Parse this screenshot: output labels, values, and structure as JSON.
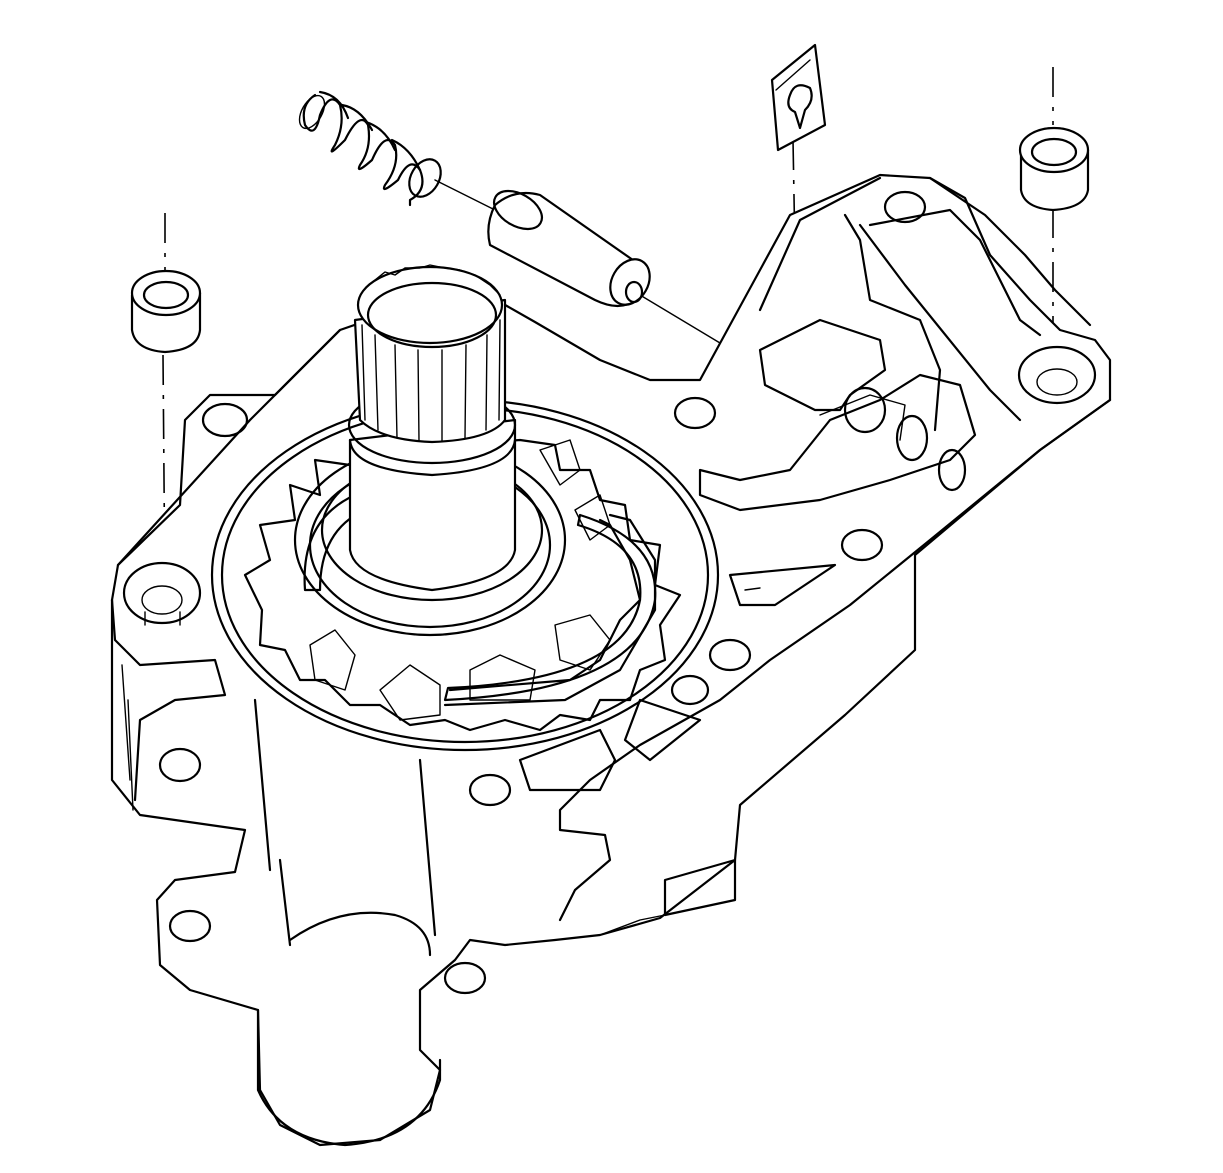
{
  "figure": {
    "labels": []
  },
  "parts": [
    {
      "name": "pump-body-housing",
      "kind": "housing"
    },
    {
      "name": "pump-gear-rotor",
      "kind": "gear"
    },
    {
      "name": "input-shaft-splined",
      "kind": "shaft"
    },
    {
      "name": "pressure-regulator-spring",
      "kind": "spring"
    },
    {
      "name": "pressure-regulator-valve",
      "kind": "valve"
    },
    {
      "name": "retaining-clip",
      "kind": "clip"
    },
    {
      "name": "left-seal-plug",
      "kind": "plug"
    },
    {
      "name": "right-seal-plug",
      "kind": "plug"
    }
  ]
}
